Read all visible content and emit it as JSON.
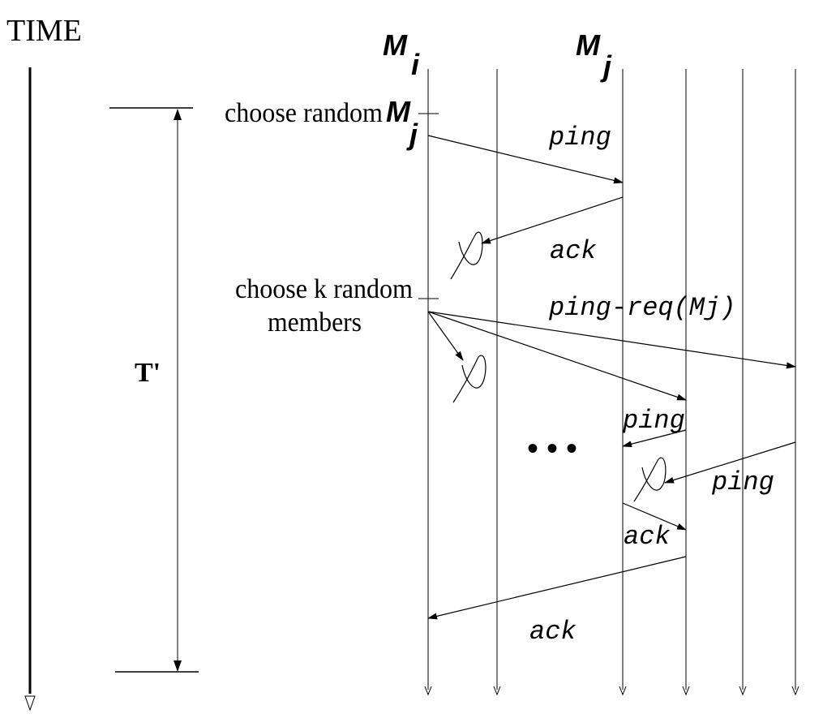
{
  "axis": {
    "time_label": "TIME"
  },
  "period": {
    "label": "T'"
  },
  "members": {
    "mi": {
      "letter": "M",
      "sub": "i"
    },
    "mj": {
      "letter": "M",
      "sub": "j"
    }
  },
  "steps": {
    "choose_random_prefix": "choose random",
    "choose_random_member": {
      "letter": "M",
      "sub": "j"
    },
    "choose_k_line1": "choose k random",
    "choose_k_line2": "members"
  },
  "messages": {
    "ping": "ping",
    "ack": "ack",
    "ping_req": "ping-req(Mj)",
    "ping_indirect_1": "ping",
    "ping_indirect_2": "ping",
    "ack_indirect": "ack",
    "ack_final": "ack"
  },
  "ellipsis": "•••"
}
